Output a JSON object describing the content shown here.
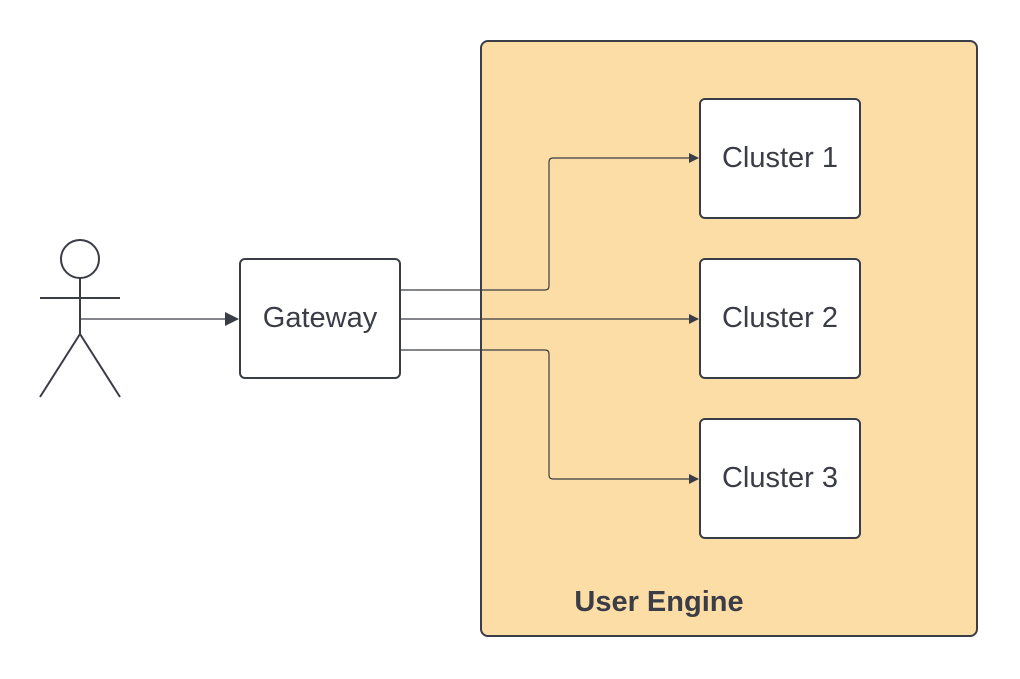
{
  "diagram": {
    "container": {
      "label": "User Engine",
      "fill": "#fddda6",
      "stroke": "#3a3d46"
    },
    "nodes": {
      "gateway": "Gateway",
      "cluster1": "Cluster 1",
      "cluster2": "Cluster 2",
      "cluster3": "Cluster 3"
    },
    "actor_icon": "stick-figure-user-icon",
    "edges": [
      {
        "from": "user",
        "to": "gateway"
      },
      {
        "from": "gateway",
        "to": "cluster1"
      },
      {
        "from": "gateway",
        "to": "cluster2"
      },
      {
        "from": "gateway",
        "to": "cluster3"
      }
    ]
  }
}
